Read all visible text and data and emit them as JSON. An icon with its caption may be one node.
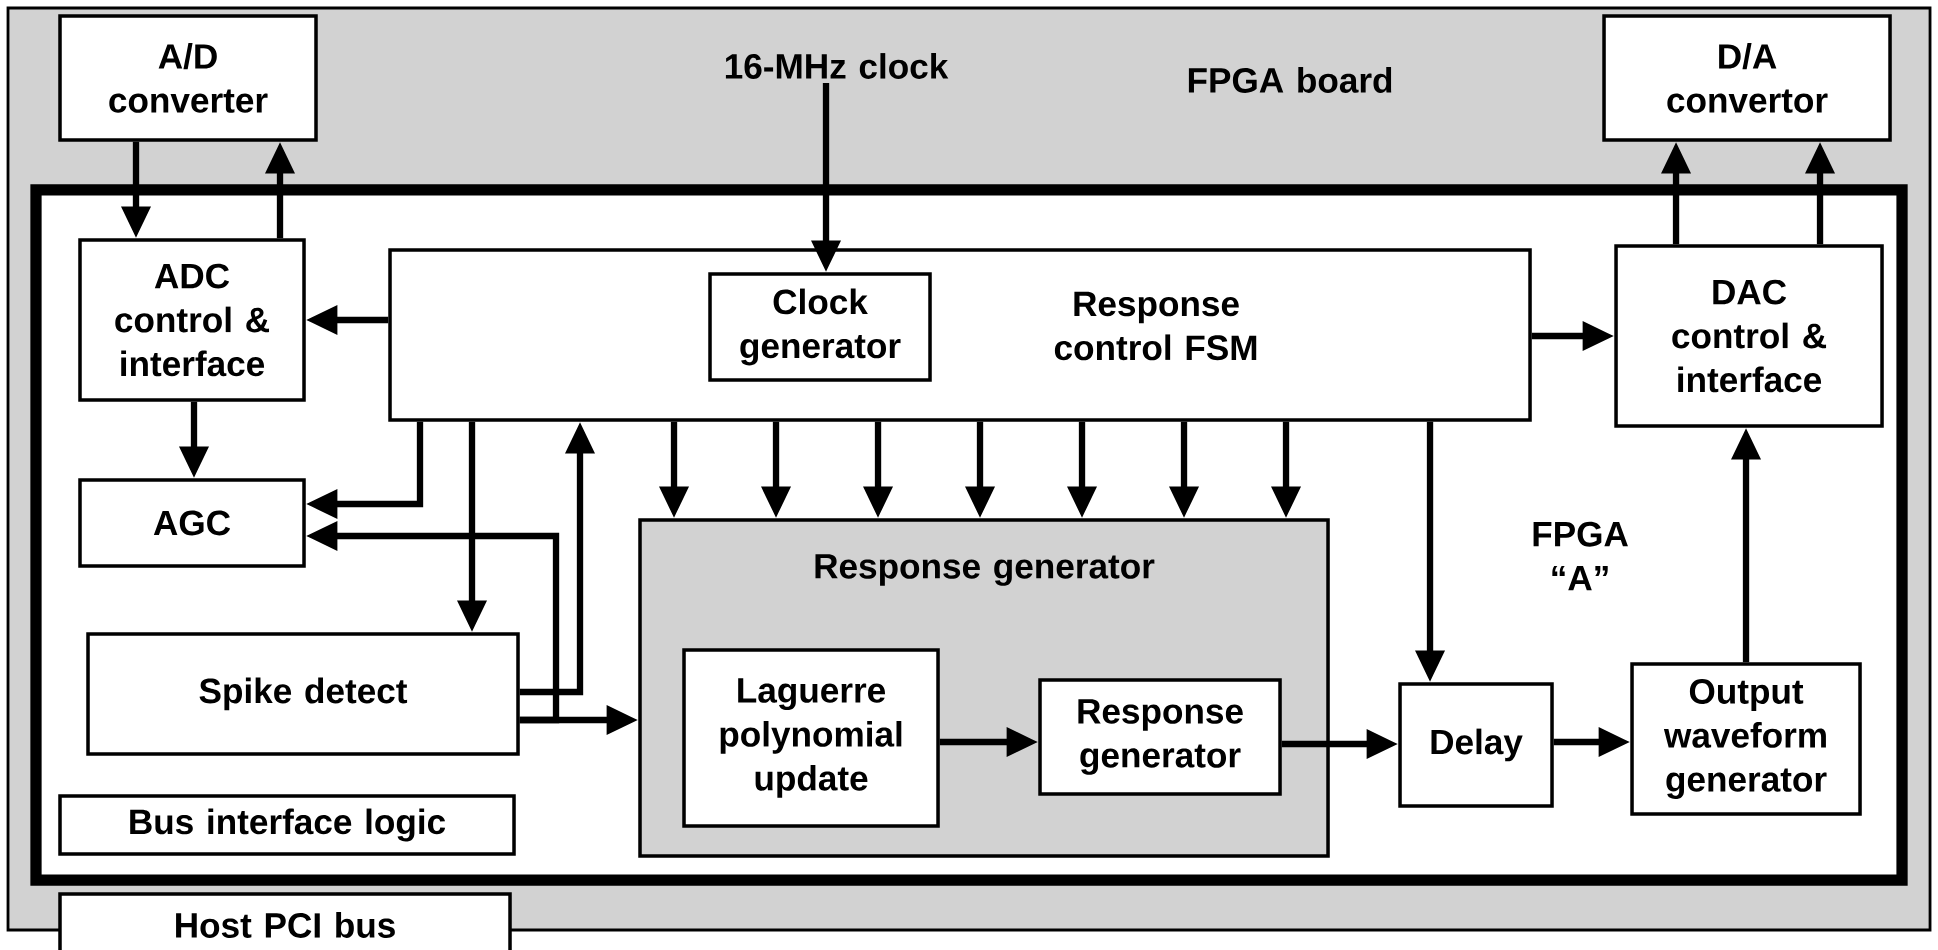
{
  "diagram": {
    "nodes": [
      {
        "text": [
          "FPGA board"
        ]
      },
      {
        "text": [
          "A/D converter"
        ],
        "in": 0
      },
      {
        "text": [
          "16-MHz clock"
        ],
        "in": 0
      },
      {
        "text": [
          "D/A convertor"
        ],
        "in": 0
      },
      {
        "text": [
          "FPGA “A”"
        ],
        "in": 0
      },
      {
        "text": [
          "ADC control & interface"
        ],
        "in": 4
      },
      {
        "text": [
          "Response control FSM"
        ],
        "in": 4
      },
      {
        "text": [
          "Clock generator"
        ],
        "in": 6
      },
      {
        "text": [
          "DAC control & interface"
        ],
        "in": 4
      },
      {
        "text": [
          "AGC"
        ],
        "in": 4
      },
      {
        "text": [
          "Spike detect"
        ],
        "in": 4
      },
      {
        "text": [
          "Response generator"
        ],
        "in": 4
      },
      {
        "text": [
          "Laguerre polynomial update"
        ],
        "in": 11
      },
      {
        "text": [
          "Response generator"
        ],
        "in": 11
      },
      {
        "text": [
          "Delay"
        ],
        "in": 4
      },
      {
        "text": [
          "Output waveform generator"
        ],
        "in": 4
      },
      {
        "text": [
          "Bus interface logic"
        ],
        "in": 4
      },
      {
        "text": [
          "Host PCI bus"
        ]
      }
    ],
    "edges": [
      {
        "from": 2,
        "to": 7,
        "arrow": "to"
      },
      {
        "from": 1,
        "to": 5,
        "arrow": "to"
      },
      {
        "from": 5,
        "to": 1,
        "arrow": "to"
      },
      {
        "from": 6,
        "to": 5,
        "arrow": "to"
      },
      {
        "from": 5,
        "to": 9,
        "arrow": "to"
      },
      {
        "from": 6,
        "to": 9,
        "arrow": "to"
      },
      {
        "from": 10,
        "to": 9,
        "arrow": "to"
      },
      {
        "from": 10,
        "to": 11,
        "arrow": "to"
      },
      {
        "from": 10,
        "to": 6,
        "arrow": "to"
      },
      {
        "from": 6,
        "to": 10,
        "arrow": "to"
      },
      {
        "from": 6,
        "to": 11,
        "arrow": "to"
      },
      {
        "from": 6,
        "to": 11,
        "arrow": "to"
      },
      {
        "from": 6,
        "to": 11,
        "arrow": "to"
      },
      {
        "from": 6,
        "to": 11,
        "arrow": "to"
      },
      {
        "from": 6,
        "to": 11,
        "arrow": "to"
      },
      {
        "from": 6,
        "to": 11,
        "arrow": "to"
      },
      {
        "from": 6,
        "to": 11,
        "arrow": "to"
      },
      {
        "from": 12,
        "to": 13,
        "arrow": "to"
      },
      {
        "from": 13,
        "to": 14,
        "arrow": "to"
      },
      {
        "from": 6,
        "to": 14,
        "arrow": "to"
      },
      {
        "from": 14,
        "to": 15,
        "arrow": "to"
      },
      {
        "from": 15,
        "to": 8,
        "arrow": "to"
      },
      {
        "from": 6,
        "to": 8,
        "arrow": "to"
      },
      {
        "from": 8,
        "to": 3,
        "arrow": "to"
      },
      {
        "from": 8,
        "to": 3,
        "arrow": "to"
      }
    ]
  }
}
